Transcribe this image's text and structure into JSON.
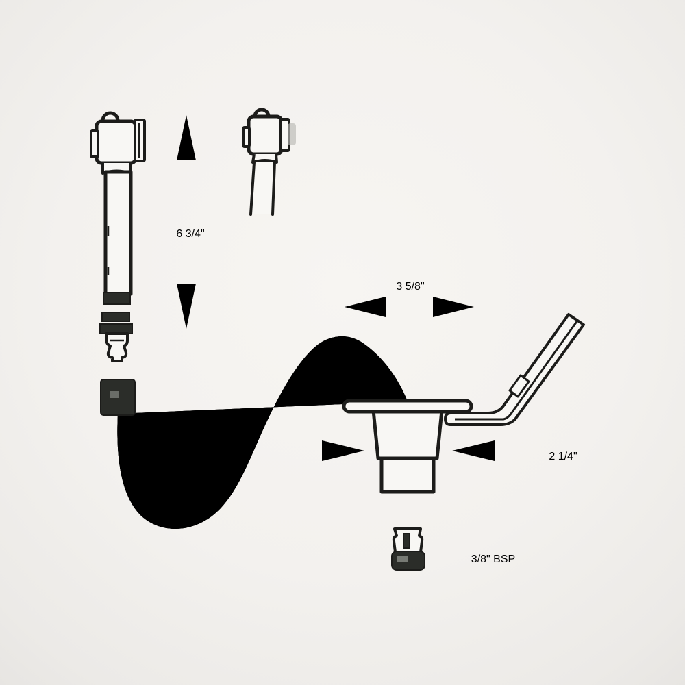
{
  "colors": {
    "background": "#f4f2ef",
    "ink": "#1c1c1a",
    "arrow_fill": "#2e312c"
  },
  "labels": {
    "sprayer_height": "6 3/4\"",
    "cutout_width": "3 5/8\"",
    "recess_depth": "2 1/4\"",
    "thread_size": "3/8\" BSP"
  }
}
